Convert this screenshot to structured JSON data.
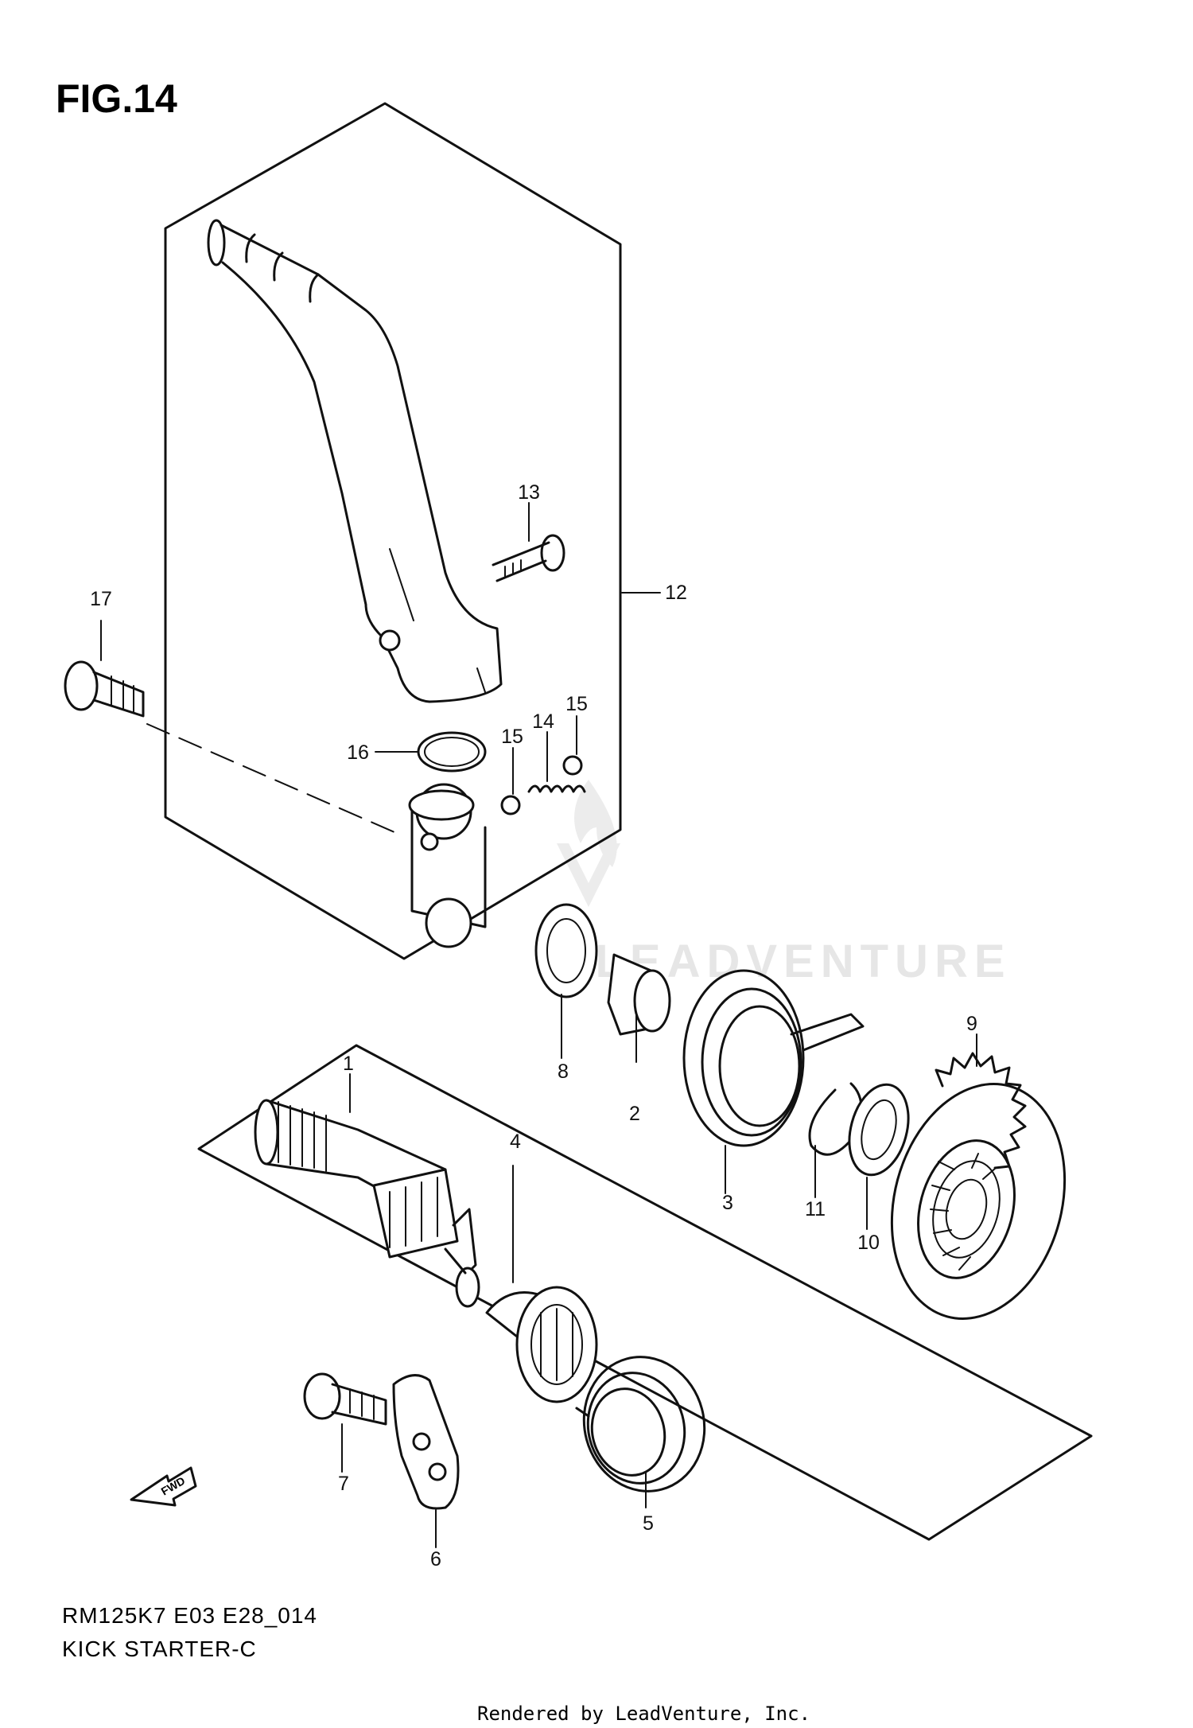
{
  "figure": {
    "title": "FIG.14"
  },
  "footer": {
    "model_code": "RM125K7 E03 E28_014",
    "section_name": "KICK STARTER-C",
    "credit": "Rendered by LeadVenture, Inc."
  },
  "watermark": {
    "text": "LEADVENTURE"
  },
  "direction_marker": {
    "text": "FWD",
    "icon": "arrow-left-icon"
  },
  "callouts": {
    "c1": "1",
    "c2": "2",
    "c3": "3",
    "c4": "4",
    "c5": "5",
    "c6": "6",
    "c7": "7",
    "c8": "8",
    "c9": "9",
    "c10": "10",
    "c11": "11",
    "c12": "12",
    "c13": "13",
    "c14": "14",
    "c15a": "15",
    "c15b": "15",
    "c16": "16",
    "c17": "17"
  }
}
